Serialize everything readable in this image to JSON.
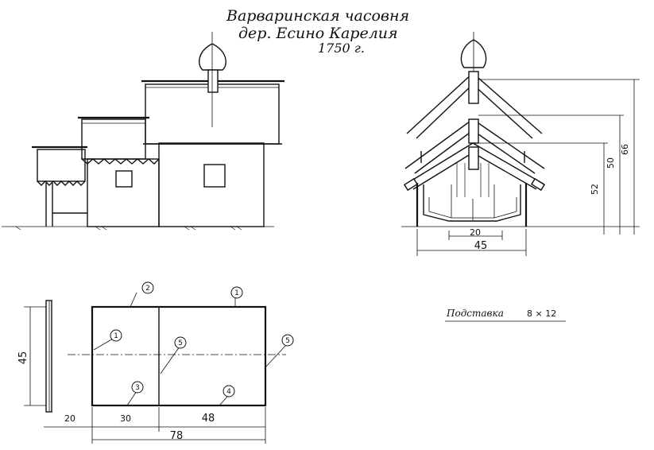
{
  "title": {
    "line1": "Варваринская часовня",
    "line2": "дер. Есино Карелия",
    "line3": "1750 г."
  },
  "section_dims": {
    "base_width": "45",
    "inner_width": "20",
    "height_52": "52",
    "height_50": "50",
    "height_66": "66"
  },
  "plan_dims": {
    "height": "45",
    "offset": "20",
    "left_width": "30",
    "right_width": "48",
    "total_width": "78"
  },
  "markers": [
    "1",
    "2",
    "3",
    "4",
    "5"
  ],
  "note": {
    "label": "Подставка",
    "size": "8 × 12"
  }
}
